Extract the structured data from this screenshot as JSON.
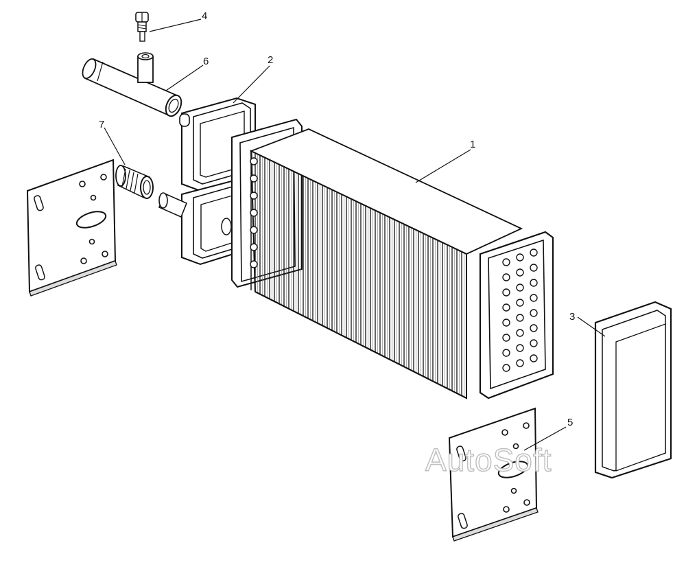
{
  "diagram": {
    "callouts": [
      {
        "label": "1",
        "part": "heater-core"
      },
      {
        "label": "2",
        "part": "upper-tank-gasket"
      },
      {
        "label": "3",
        "part": "end-cover"
      },
      {
        "label": "4",
        "part": "bleed-screw"
      },
      {
        "label": "5",
        "part": "mounting-plate-right"
      },
      {
        "label": "6",
        "part": "inlet-pipe"
      },
      {
        "label": "7",
        "part": "hose-coupling"
      }
    ],
    "watermark": "AutoSoft",
    "line_color": "#111111",
    "fill_color": "#ffffff"
  }
}
